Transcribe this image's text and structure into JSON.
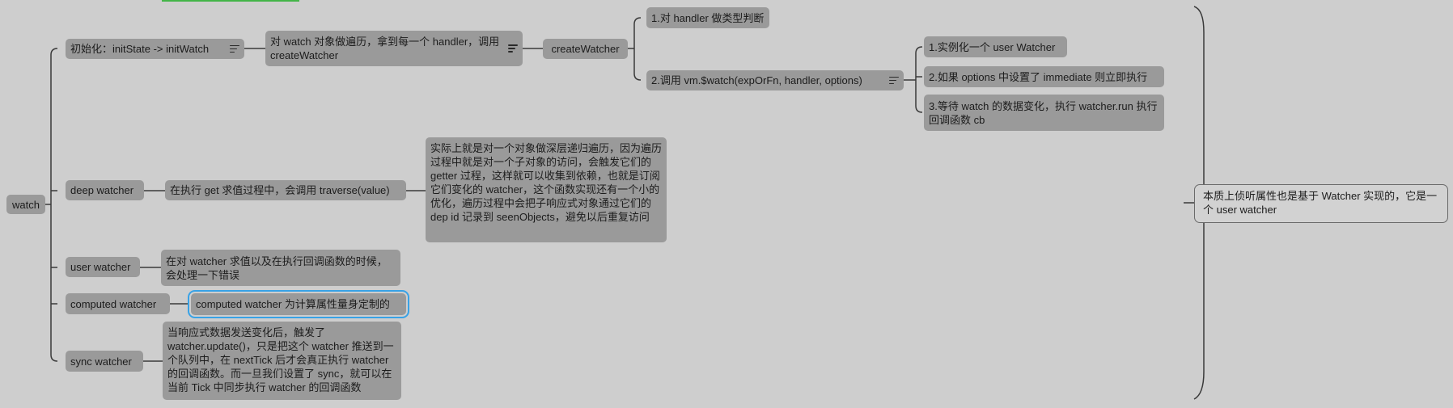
{
  "root": {
    "label": "watch"
  },
  "branches": {
    "init": {
      "label": "初始化：initState -> initWatch",
      "step": "对 watch 对象做遍历，拿到每一个 handler，调用 createWatcher",
      "create_watcher": "createWatcher",
      "cw_children": [
        "1.对 handler 做类型判断",
        "2.调用 vm.$watch(expOrFn, handler, options)"
      ],
      "vm_watch_children": [
        "1.实例化一个 user Watcher",
        "2.如果 options 中设置了 immediate 则立即执行",
        "3.等待 watch 的数据变化，执行 watcher.run 执行回调函数 cb"
      ]
    },
    "deep": {
      "label": "deep watcher",
      "step": "在执行 get 求值过程中，会调用 traverse(value)",
      "detail": "实际上就是对一个对象做深层递归遍历，因为遍历过程中就是对一个子对象的访问，会触发它们的 getter 过程，这样就可以收集到依赖，也就是订阅它们变化的 watcher，这个函数实现还有一个小的优化，遍历过程中会把子响应式对象通过它们的 dep id 记录到 seenObjects，避免以后重复访问"
    },
    "user": {
      "label": "user watcher",
      "detail": "在对 watcher 求值以及在执行回调函数的时候，会处理一下错误"
    },
    "computed": {
      "label": "computed watcher",
      "detail": "computed watcher 为计算属性量身定制的"
    },
    "sync": {
      "label": "sync watcher",
      "detail": "当响应式数据发送变化后，触发了 watcher.update()，只是把这个 watcher 推送到一个队列中，在 nextTick 后才会真正执行 watcher 的回调函数。而一旦我们设置了 sync，就可以在当前 Tick 中同步执行 watcher 的回调函数"
    }
  },
  "summary": {
    "text": "本质上侦听属性也是基于 Watcher 实现的，它是一个 user watcher"
  },
  "icons": {
    "notes": "notes-lines-icon"
  },
  "colors": {
    "background": "#cecece",
    "node_fill": "#9a9a9a",
    "line": "#3a3a3a",
    "selection": "#38a2e6",
    "top_accent": "#43b548"
  }
}
